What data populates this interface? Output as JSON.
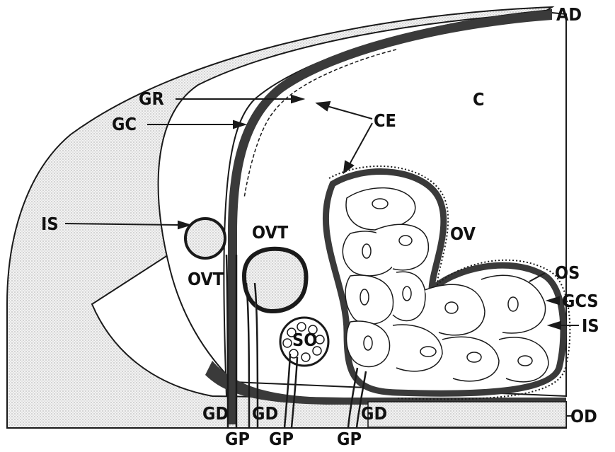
{
  "labels": {
    "ad": "AD",
    "c": "C",
    "gr": "GR",
    "gc": "GC",
    "ce": "CE",
    "is_left": "IS",
    "ovt_center": "OVT",
    "ovt_left": "OVT",
    "ov": "OV",
    "os": "OS",
    "gcs": "GCS",
    "is_right": "IS",
    "so": "SO",
    "gd_1": "GD",
    "gd_2": "GD",
    "gd_3": "GD",
    "gp_1": "GP",
    "gp_2": "GP",
    "gp_3": "GP",
    "od": "OD"
  },
  "colors": {
    "ink": "#1a1a1a",
    "stipple": "#d9d9d9",
    "dark_wall": "#3a3a3a",
    "paper": "#ffffff"
  }
}
